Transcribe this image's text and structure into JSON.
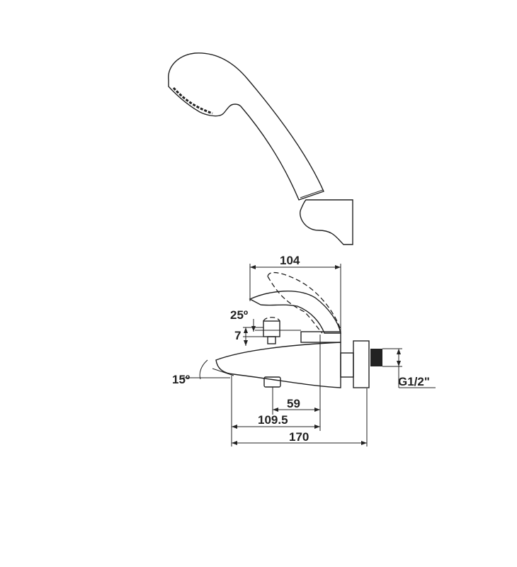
{
  "drawing": {
    "dimensions": {
      "top_width": "104",
      "lever_angle": "25º",
      "diverter_height": "7",
      "spout_angle": "15º",
      "outlet_to_wall": "59",
      "spout_to_wall": "109.5",
      "overall_length": "170",
      "thread": "G1/2\""
    }
  }
}
